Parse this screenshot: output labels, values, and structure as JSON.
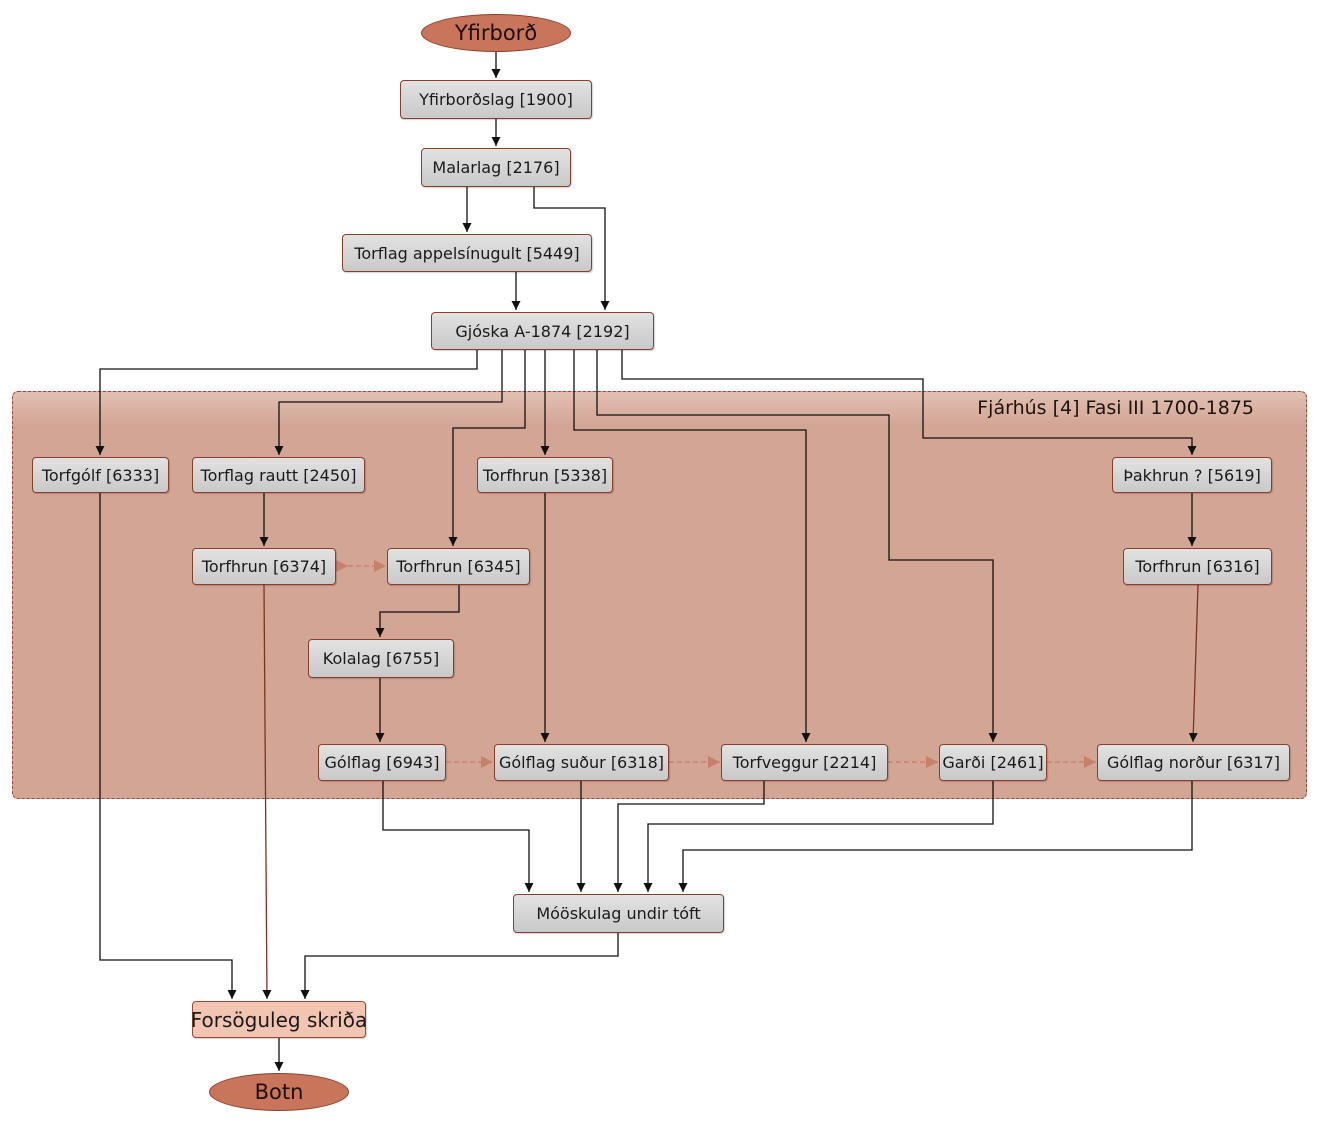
{
  "phase": {
    "title": "Fjárhús [4] Fasi III 1700-1875"
  },
  "nodes": {
    "yfirbord": "Yfirborð",
    "yfirbordslag": "Yfirborðslag [1900]",
    "malarlag": "Malarlag [2176]",
    "torflag_appelsinugult": "Torflag appelsínugult [5449]",
    "gjoska": "Gjóska A-1874 [2192]",
    "torfgolf": "Torfgólf [6333]",
    "torflag_rautt": "Torflag rautt [2450]",
    "torfhrun_5338": "Torfhrun [5338]",
    "thakhrun": "Þakhrun ? [5619]",
    "torfhrun_6374": "Torfhrun [6374]",
    "torfhrun_6345": "Torfhrun [6345]",
    "torfhrun_6316": "Torfhrun [6316]",
    "kolalag": "Kolalag [6755]",
    "golflag": "Gólflag [6943]",
    "golflag_sudur": "Gólflag suður [6318]",
    "torfveggur": "Torfveggur [2214]",
    "gardi": "Garði [2461]",
    "golflag_nordur": "Gólflag norður [6317]",
    "mooskulag": "Móöskulag undir tóft",
    "forsoguleg": "Forsöguleg skriða",
    "botn": "Botn"
  },
  "colors": {
    "phase_fill": "#d2a595",
    "node_fill": "#d6d6d6",
    "node_border": "#8a3e2a",
    "ellipse_fill": "#c8755c",
    "pink_fill": "#f1c5b2",
    "edge": "#1a1a1a",
    "edge_brown": "#7a3420",
    "dashed_link": "#c9806a"
  }
}
